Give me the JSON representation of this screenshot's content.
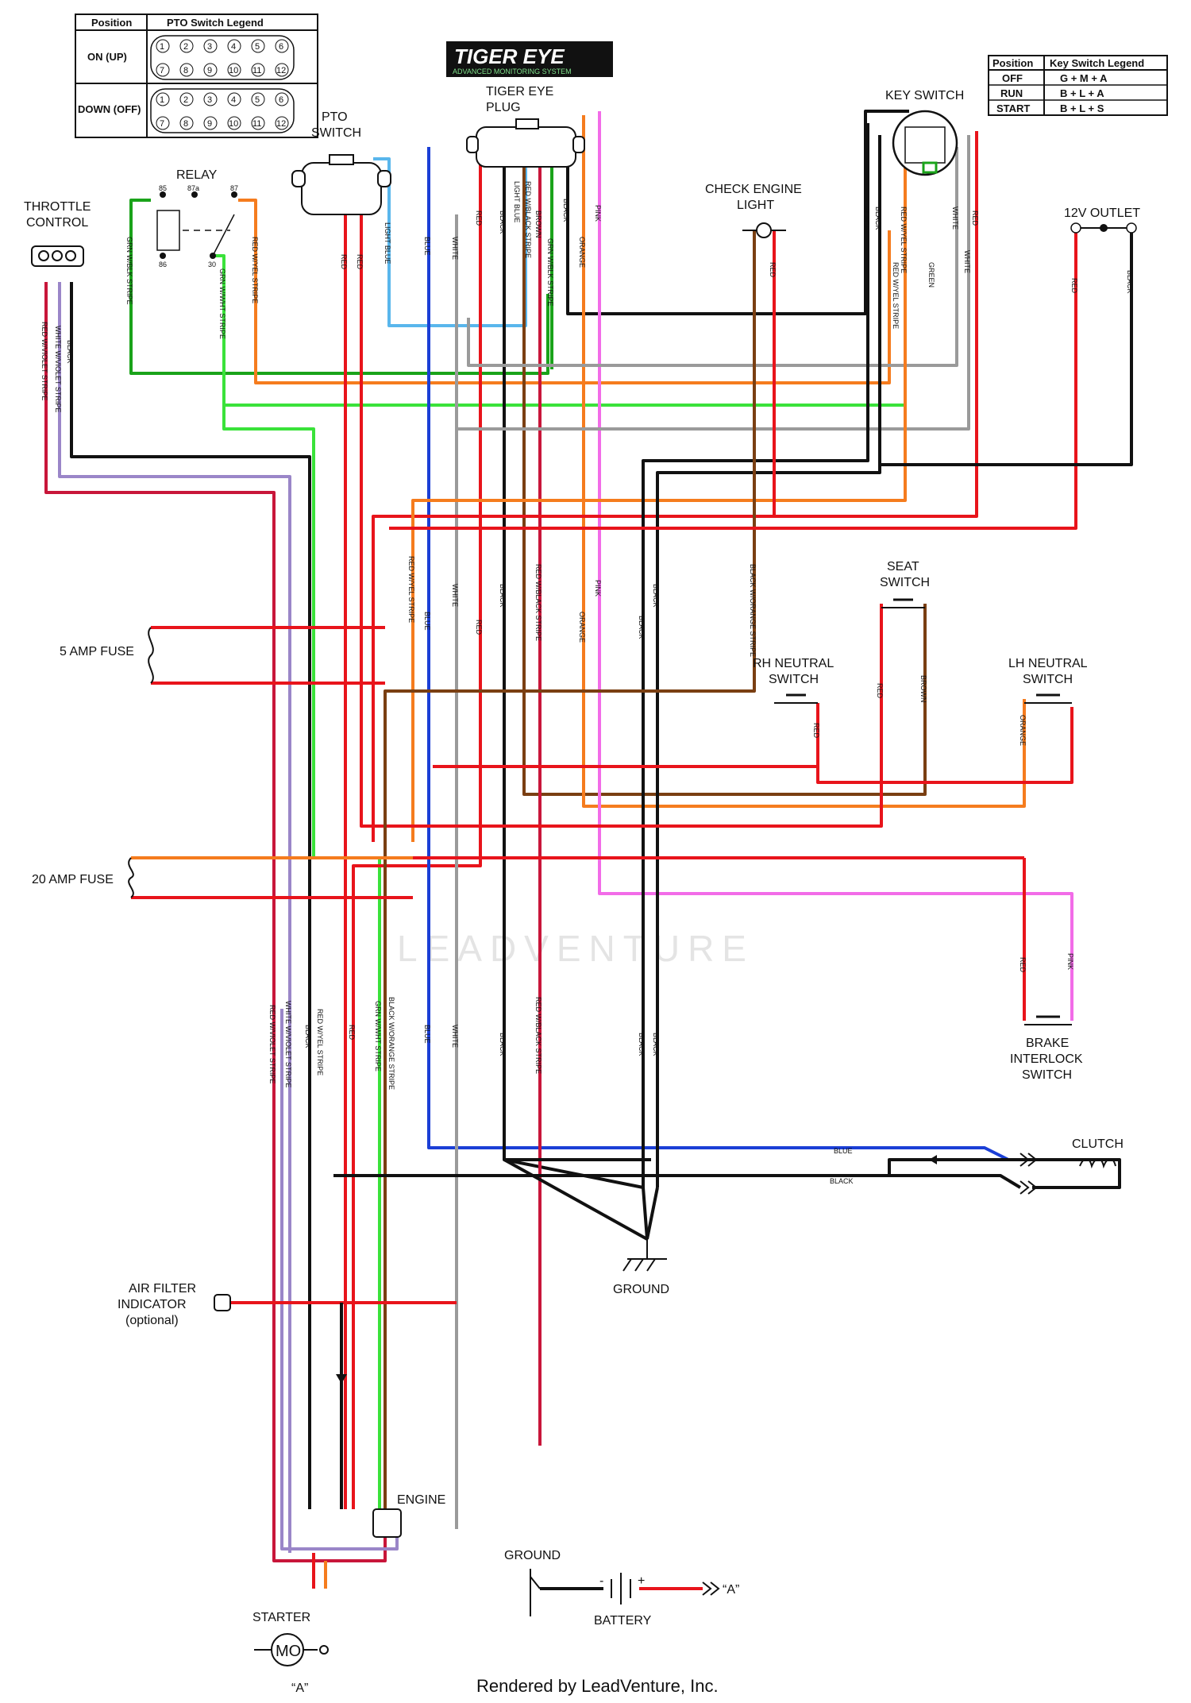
{
  "colors": {
    "black": "#111111",
    "red": "#e8141b",
    "green": "#1aa31a",
    "light_green": "#3ae23a",
    "blue": "#1b3fd6",
    "light_blue": "#59b6ec",
    "orange": "#f57c1e",
    "brown": "#7a3f12",
    "pink": "#f26ce8",
    "white_wire": "#9a9a9a",
    "violet": "#9a86c8",
    "crimson": "#c8163a"
  },
  "brand": {
    "logo_text": "TIGER EYE",
    "logo_subtext": "ADVANCED MONITORING SYSTEM"
  },
  "pto_legend": {
    "headers": [
      "Position",
      "PTO Switch Legend"
    ],
    "rows": [
      {
        "position": "ON (UP)",
        "pins_top": [
          "1",
          "2",
          "3",
          "4",
          "5",
          "6"
        ],
        "pins_bottom": [
          "7",
          "8",
          "9",
          "10",
          "11",
          "12"
        ]
      },
      {
        "position": "DOWN (OFF)",
        "pins_top": [
          "1",
          "2",
          "3",
          "4",
          "5",
          "6"
        ],
        "pins_bottom": [
          "7",
          "8",
          "9",
          "10",
          "11",
          "12"
        ]
      }
    ]
  },
  "key_legend": {
    "headers": [
      "Position",
      "Key Switch Legend"
    ],
    "rows": [
      [
        "OFF",
        "G + M + A"
      ],
      [
        "RUN",
        "B + L + A"
      ],
      [
        "START",
        "B + L + S"
      ]
    ]
  },
  "components": {
    "throttle": [
      "THROTTLE",
      "CONTROL"
    ],
    "relay": "RELAY",
    "relay_pins": [
      "85",
      "87a",
      "87",
      "86",
      "30"
    ],
    "pto_switch": [
      "PTO",
      "SWITCH"
    ],
    "tiger_eye_plug": [
      "TIGER EYE",
      "PLUG"
    ],
    "check_engine": [
      "CHECK ENGINE",
      "LIGHT"
    ],
    "key_switch": "KEY SWITCH",
    "outlet": "12V OUTLET",
    "seat": [
      "SEAT",
      "SWITCH"
    ],
    "rh_neutral": [
      "RH NEUTRAL",
      "SWITCH"
    ],
    "lh_neutral": [
      "LH NEUTRAL",
      "SWITCH"
    ],
    "fuse5": "5 AMP FUSE",
    "fuse20": "20 AMP FUSE",
    "brake": [
      "BRAKE",
      "INTERLOCK",
      "SWITCH"
    ],
    "clutch": "CLUTCH",
    "ground_main": "GROUND",
    "air_filter": [
      "AIR FILTER",
      "INDICATOR",
      "(optional)"
    ],
    "engine": "ENGINE",
    "starter": "STARTER",
    "starter_motor": "MO",
    "ground_battery": "GROUND",
    "battery": "BATTERY",
    "point_a": "“A”",
    "plus": "+",
    "minus": "-"
  },
  "wire_labels": {
    "black": "BLACK",
    "red": "RED",
    "white": "WHITE",
    "white_case": "WHITE",
    "blue": "BLUE",
    "light_blue": "LIGHT BLUE",
    "brown": "BROWN",
    "pink": "PINK",
    "orange": "ORANGE",
    "green": "GREEN",
    "grn_wblk": "GRN W/BLK STRIPE",
    "grn_wwht": "GRN W/WHT STRIPE",
    "red_wyel": "RED W/YEL STRIPE",
    "red_wblack": "RED W/BLACK STRIPE",
    "white_wviolet": "WHITE W/VIOLET STRIPE",
    "red_wviolet": "RED W/VIOLET STRIPE",
    "black_worange": "BLACK W/ORANGE STRIPE"
  },
  "watermark": "LEADVENTURE",
  "footer": "Rendered by LeadVenture, Inc."
}
